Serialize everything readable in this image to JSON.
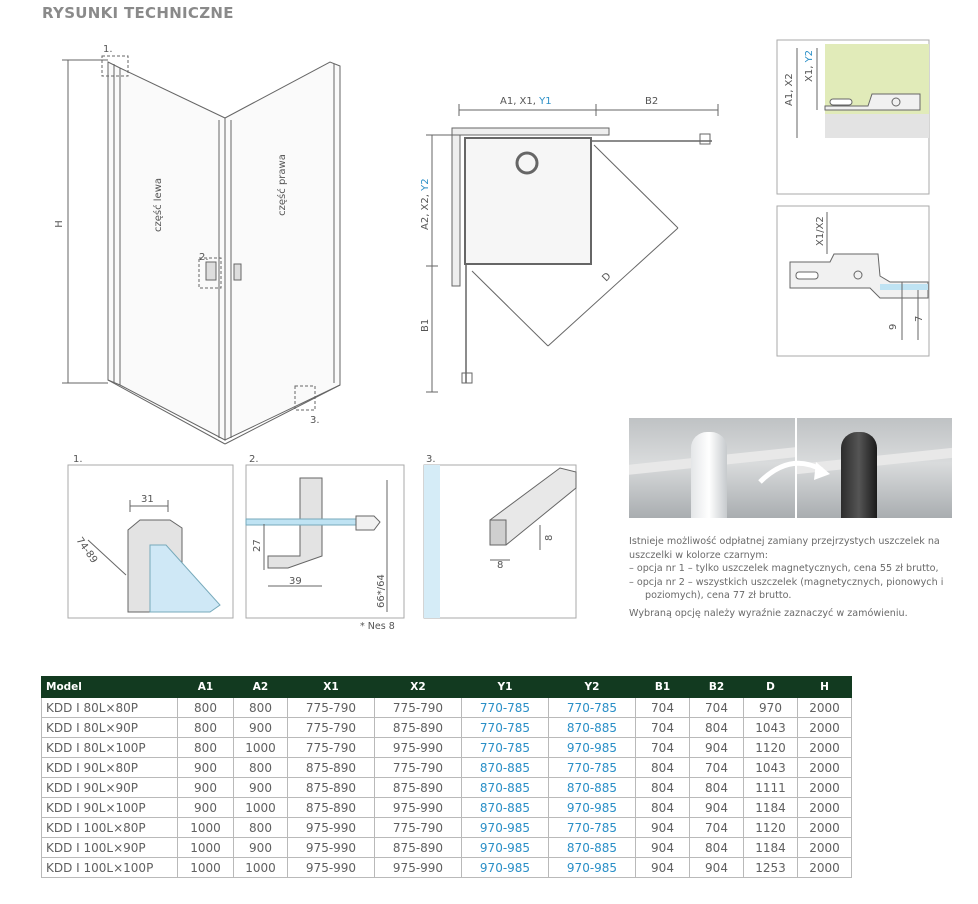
{
  "title": "RYSUNKI TECHNICZNE",
  "drawing_labels": {
    "left_part": "część lewa",
    "right_part": "część prawa",
    "h": "H",
    "detail_1": "1.",
    "detail_2": "2.",
    "detail_3": "3.",
    "a1x1y1_prefix": "A1, X1, ",
    "y1": "Y1",
    "b2": "B2",
    "a2x2y2_prefix": "A2, X2, ",
    "y2": "Y2",
    "b1": "B1",
    "d": "D",
    "corner_a1x2": "A1, X2",
    "corner_x1": "X1, ",
    "corner_y2": "Y2",
    "corner_x1x2": "X1/X2",
    "dim_9": "9",
    "dim_7": "7",
    "dim_31": "31",
    "dim_74_89": "74-89",
    "dim_27": "27",
    "dim_39": "39",
    "dim_66_64": "66*/64",
    "dim_8a": "8",
    "dim_8b": "8"
  },
  "nes_note": "* Nes 8",
  "note": {
    "intro": "Istnieje możliwość odpłatnej zamiany przejrzystych uszczelek na uszczelki w kolorze czarnym:",
    "option1": "–   opcja nr 1 – tylko uszczelek magnetycznych, cena 55 zł brutto,",
    "option2": "–   opcja nr 2 – wszystkich uszczelek (magnetycznych, pionowych i poziomych), cena 77 zł brutto.",
    "footer": "Wybraną opcję należy wyraźnie zaznaczyć w zamówieniu."
  },
  "table": {
    "headers": [
      "Model",
      "A1",
      "A2",
      "X1",
      "X2",
      "Y1",
      "Y2",
      "B1",
      "B2",
      "D",
      "H"
    ],
    "rows": [
      [
        "KDD I 80L×80P",
        "800",
        "800",
        "775-790",
        "775-790",
        "770-785",
        "770-785",
        "704",
        "704",
        "970",
        "2000"
      ],
      [
        "KDD I 80L×90P",
        "800",
        "900",
        "775-790",
        "875-890",
        "770-785",
        "870-885",
        "704",
        "804",
        "1043",
        "2000"
      ],
      [
        "KDD I 80L×100P",
        "800",
        "1000",
        "775-790",
        "975-990",
        "770-785",
        "970-985",
        "704",
        "904",
        "1120",
        "2000"
      ],
      [
        "KDD I 90L×80P",
        "900",
        "800",
        "875-890",
        "775-790",
        "870-885",
        "770-785",
        "804",
        "704",
        "1043",
        "2000"
      ],
      [
        "KDD I 90L×90P",
        "900",
        "900",
        "875-890",
        "875-890",
        "870-885",
        "870-885",
        "804",
        "804",
        "1111",
        "2000"
      ],
      [
        "KDD I 90L×100P",
        "900",
        "1000",
        "875-890",
        "975-990",
        "870-885",
        "970-985",
        "804",
        "904",
        "1184",
        "2000"
      ],
      [
        "KDD I 100L×80P",
        "1000",
        "800",
        "975-990",
        "775-790",
        "970-985",
        "770-785",
        "904",
        "704",
        "1120",
        "2000"
      ],
      [
        "KDD I 100L×90P",
        "1000",
        "900",
        "975-990",
        "875-890",
        "970-985",
        "870-885",
        "904",
        "804",
        "1184",
        "2000"
      ],
      [
        "KDD I 100L×100P",
        "1000",
        "1000",
        "975-990",
        "975-990",
        "970-985",
        "970-985",
        "904",
        "904",
        "1253",
        "2000"
      ]
    ]
  }
}
